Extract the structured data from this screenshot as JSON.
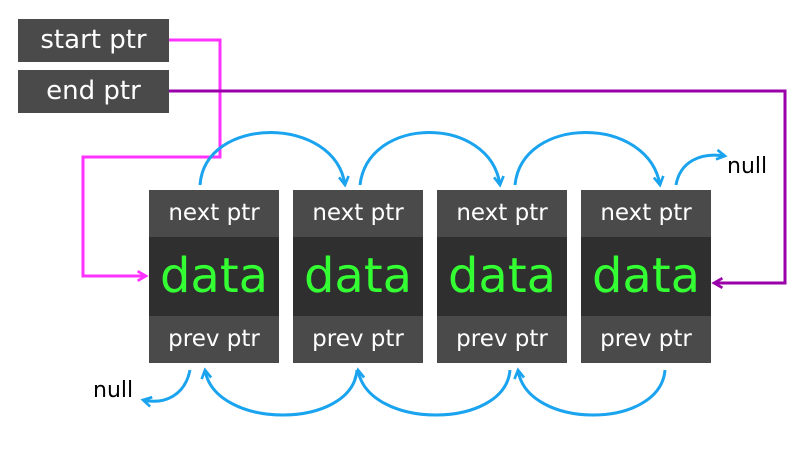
{
  "pointers": {
    "start": "start ptr",
    "end": "end ptr"
  },
  "nodes": [
    {
      "next": "next ptr",
      "data": "data",
      "prev": "prev ptr"
    },
    {
      "next": "next ptr",
      "data": "data",
      "prev": "prev ptr"
    },
    {
      "next": "next ptr",
      "data": "data",
      "prev": "prev ptr"
    },
    {
      "next": "next ptr",
      "data": "data",
      "prev": "prev ptr"
    }
  ],
  "null_labels": {
    "next_end": "null",
    "prev_end": "null"
  },
  "colors": {
    "box_dark": "#4a4a4a",
    "data_cell": "#2f2f2f",
    "data_text": "#33ff33",
    "start_arrow": "#ff33ff",
    "end_arrow": "#9900aa",
    "link_arrow": "#1aa3ee"
  }
}
